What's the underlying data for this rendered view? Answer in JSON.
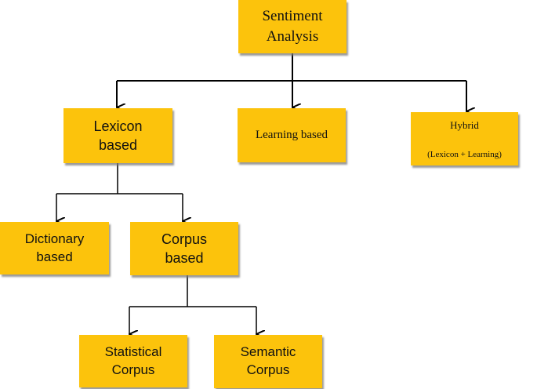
{
  "diagram": {
    "nodes": {
      "root": "Sentiment\nAnalysis",
      "lexicon": "Lexicon\nbased",
      "learning": "Learning based",
      "hybrid_title": "Hybrid",
      "hybrid_sub": "(Lexicon + Learning)",
      "dictionary": "Dictionary\nbased",
      "corpus": "Corpus\nbased",
      "statistical": "Statistical\nCorpus",
      "semantic": "Semantic\nCorpus"
    },
    "edges": [
      {
        "from": "root",
        "to": "lexicon"
      },
      {
        "from": "root",
        "to": "learning"
      },
      {
        "from": "root",
        "to": "hybrid"
      },
      {
        "from": "lexicon",
        "to": "dictionary"
      },
      {
        "from": "lexicon",
        "to": "corpus"
      },
      {
        "from": "corpus",
        "to": "statistical"
      },
      {
        "from": "corpus",
        "to": "semantic"
      }
    ],
    "colors": {
      "node_fill": "#fcc30c",
      "connector": "#000000"
    }
  }
}
